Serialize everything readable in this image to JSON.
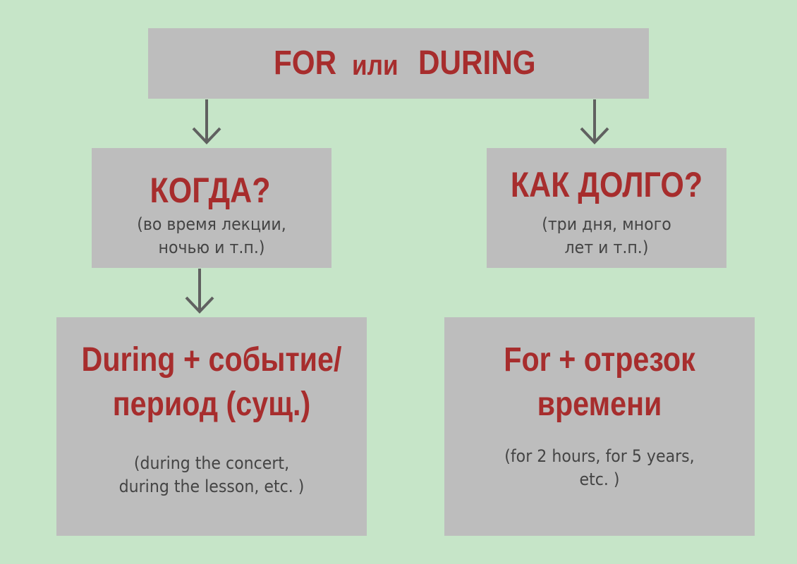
{
  "top": {
    "word_for": "FOR",
    "word_or": "или",
    "word_during": "DURING"
  },
  "left_question": {
    "title": "КОГДА?",
    "line1": "(во время лекции,",
    "line2": "ночью и т.п.)"
  },
  "right_question": {
    "title": "КАК ДОЛГО?",
    "line1": "(три дня, много",
    "line2": "лет и т.п.)"
  },
  "left_rule": {
    "line1": "During + событие/",
    "line2": "период (сущ.)",
    "example1": "(during the concert,",
    "example2": "during the lesson, etc. )"
  },
  "right_rule": {
    "line1": "For + отрезок",
    "line2": "времени",
    "example1": "(for 2 hours, for 5 years,",
    "example2": "etc. )"
  },
  "colors": {
    "background": "#c6e5c8",
    "box": "#bdbdbd",
    "heading": "#a72d2d",
    "body_text": "#444444",
    "arrow": "#606060"
  }
}
